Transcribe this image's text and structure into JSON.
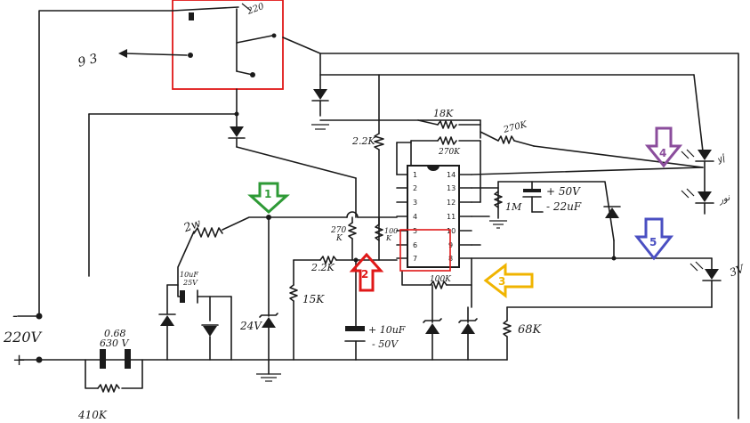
{
  "labels": {
    "supply_minus": "-",
    "supply_voltage": "220V",
    "supply_plus": "+",
    "cap_top": "0.68",
    "cap_bottom": "630 V",
    "res_bottom": "410K",
    "zener_24": "24V",
    "res_2w": "2w",
    "cap_small_top": "10uF",
    "cap_small_bottom": "25V",
    "res_15k": "15K",
    "res_22k_bottom": "2.2K",
    "res_270k_left": "270",
    "res_270k_left_unit": "K",
    "res_100k_mid": "100",
    "res_100k_mid_unit": "K",
    "res_22k_top": "2.2K",
    "res_18k": "18K",
    "res_270k_top": "270K",
    "res_270k_right": "270K",
    "res_1m": "1M",
    "cap_50v_plus": "+ 50V",
    "cap_22uf": "- 22uF",
    "cap_10uf_plus": "+ 10uF",
    "cap_10uf_minus": "- 50V",
    "res_100k_bottom": "100K",
    "res_68k": "68K",
    "output_top": "9 3",
    "output_right": "3V",
    "relay_top": "220"
  },
  "ic_pins": {
    "left": [
      "1",
      "2",
      "3",
      "4",
      "5",
      "6",
      "7"
    ],
    "right": [
      "14",
      "13",
      "12",
      "11",
      "10",
      "9",
      "8"
    ]
  },
  "markers": [
    {
      "id": "marker-1",
      "number": "1",
      "color": "#2e9a36"
    },
    {
      "id": "marker-2",
      "number": "2",
      "color": "#e01818"
    },
    {
      "id": "marker-3",
      "number": "3",
      "color": "#f0b400"
    },
    {
      "id": "marker-4",
      "number": "4",
      "color": "#8b4d9c"
    },
    {
      "id": "marker-5",
      "number": "5",
      "color": "#4a4fc2"
    }
  ],
  "highlight_color": "#e01818"
}
